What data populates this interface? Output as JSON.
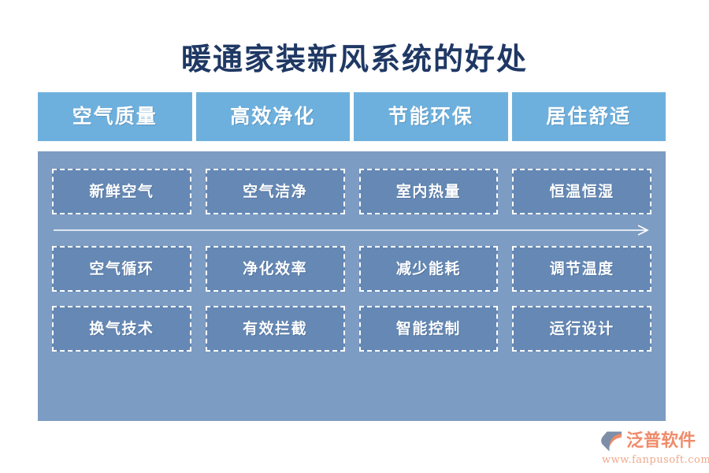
{
  "page": {
    "title": "暖通家装新风系统的好处",
    "background_color": "#ffffff",
    "title_color": "#1f3864"
  },
  "colors": {
    "tab_blue": "#6eb0dd",
    "panel_blue": "#7d9cc3",
    "cell_blue": "#6588b4",
    "dash_border": "#ffffff",
    "logo_orange": "#ef8b6a",
    "logo_mark_blue": "#7d8fa8"
  },
  "tabs": [
    {
      "label": "空气质量"
    },
    {
      "label": "高效净化"
    },
    {
      "label": "节能环保"
    },
    {
      "label": "居住舒适"
    }
  ],
  "matrix": {
    "rows": [
      {
        "cells": [
          {
            "label": "新鲜空气"
          },
          {
            "label": "空气洁净"
          },
          {
            "label": "室内热量"
          },
          {
            "label": "恒温恒湿"
          }
        ]
      },
      {
        "cells": [
          {
            "label": "空气循环"
          },
          {
            "label": "净化效率"
          },
          {
            "label": "减少能耗"
          },
          {
            "label": "调节温度"
          }
        ]
      },
      {
        "cells": [
          {
            "label": "换气技术"
          },
          {
            "label": "有效拦截"
          },
          {
            "label": "智能控制"
          },
          {
            "label": "运行设计"
          }
        ]
      }
    ]
  },
  "arrow": {
    "icon": "right-arrow-icon",
    "color": "#ffffff"
  },
  "logo": {
    "mark_icon": "fanpu-shield-icon",
    "name": "泛普软件",
    "url": "www.fanpusoft.com"
  }
}
